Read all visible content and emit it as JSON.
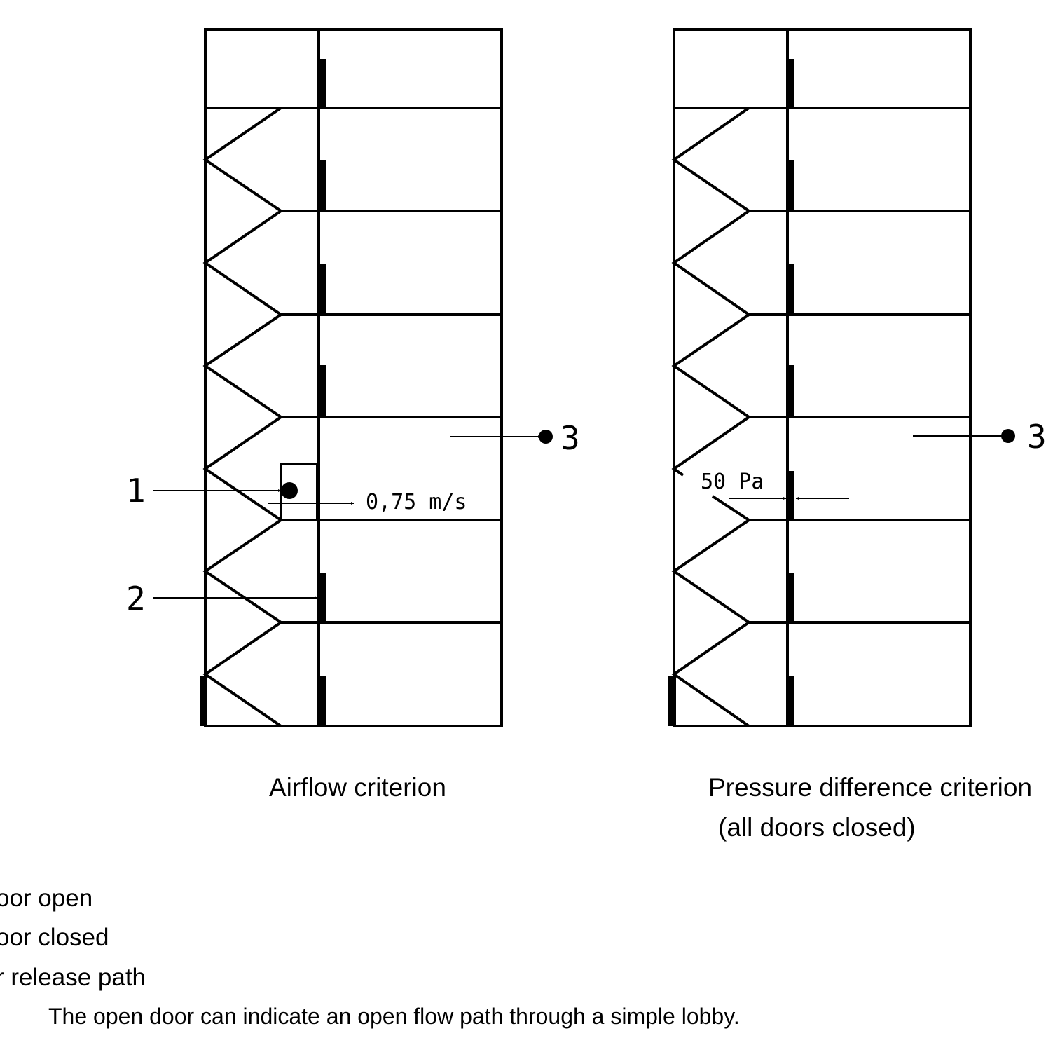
{
  "left_figure": {
    "caption": "Airflow criterion",
    "velocity_label": "0,75 m/s",
    "callouts": {
      "c1": "1",
      "c2": "2",
      "c3": "3"
    }
  },
  "right_figure": {
    "caption_line1": "Pressure difference criterion",
    "caption_line2": "(all doors closed)",
    "pressure_label": "50 Pa",
    "callouts": {
      "c3": "3"
    }
  },
  "legend": [
    {
      "text": "oor open"
    },
    {
      "text": "oor closed"
    },
    {
      "text": "r release path"
    }
  ],
  "note": "The open door can indicate an open flow path through a simple lobby.",
  "colors": {
    "line": "#000000",
    "background": "#ffffff"
  }
}
